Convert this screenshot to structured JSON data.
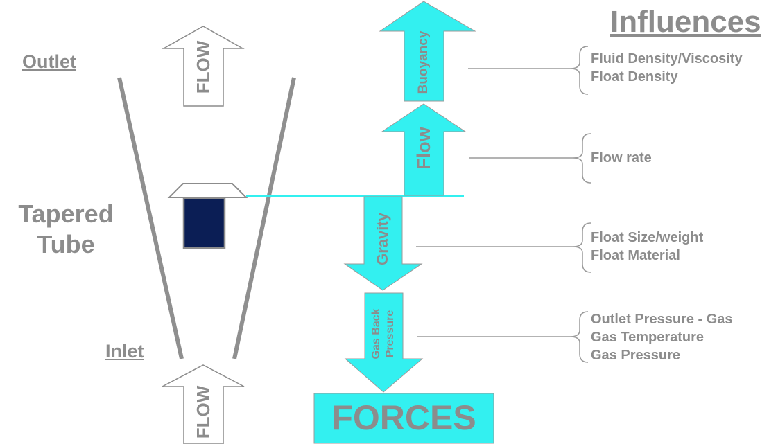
{
  "labels": {
    "outlet": "Outlet",
    "inlet": "Inlet",
    "tapered_tube": "Tapered Tube",
    "influences": "Influences",
    "forces": "FORCES"
  },
  "flow_arrows": {
    "top": "FLOW",
    "bottom": "FLOW"
  },
  "force_arrows": {
    "buoyancy": "Buoyancy",
    "flow": "Flow",
    "gravity": "Gravity",
    "gas_back_pressure_line1": "Gas Back",
    "gas_back_pressure_line2": "Pressure"
  },
  "influences": {
    "buoyancy": [
      "Fluid Density/Viscosity",
      "Float Density"
    ],
    "flow": [
      "Flow rate"
    ],
    "gravity": [
      "Float Size/weight",
      "Float Material"
    ],
    "gas_back_pressure": [
      "Outlet Pressure - Gas",
      "Gas Temperature",
      "Gas Pressure"
    ]
  },
  "colors": {
    "cyan": "#33f0f0",
    "grey_text": "#8c8c8c",
    "tube_grey": "#8f8f8f",
    "float_navy": "#0b1e55"
  }
}
